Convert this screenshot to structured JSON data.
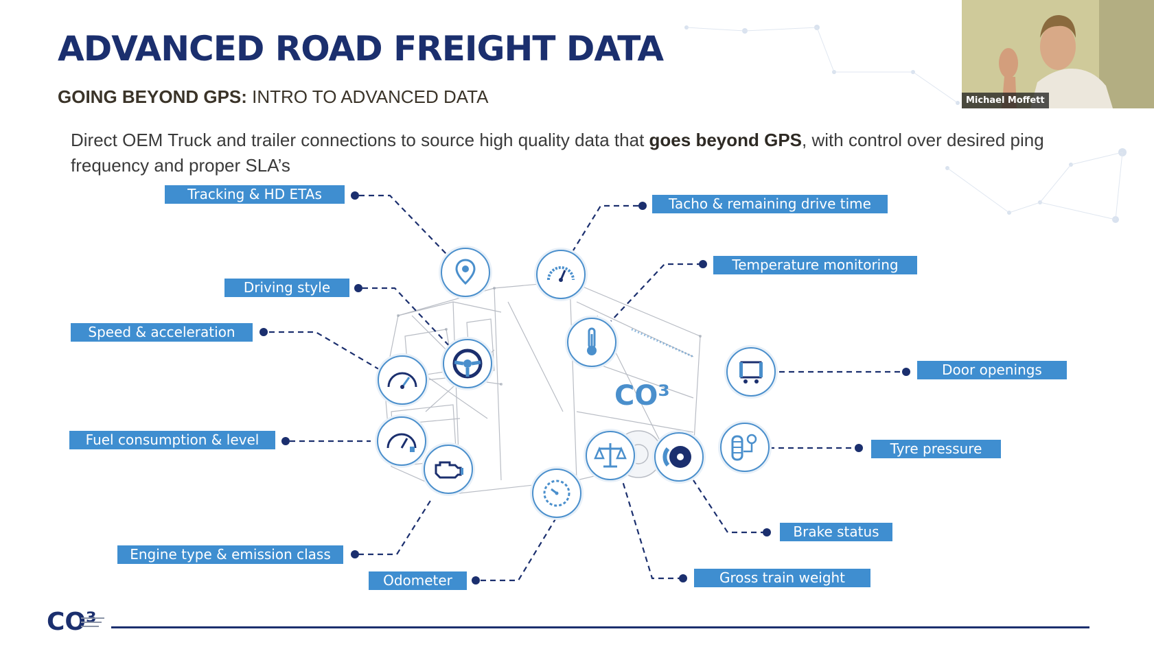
{
  "slide": {
    "title": "ADVANCED ROAD FREIGHT DATA",
    "subtitle_bold": "GOING BEYOND GPS:",
    "subtitle_rest": " INTRO TO ADVANCED DATA",
    "description_pre": "Direct OEM Truck and trailer connections to source high quality data that ",
    "description_bold": "goes beyond GPS",
    "description_post": ", with control over desired ping frequency and proper SLA’s",
    "truck_logo": "CO³",
    "footer_logo": "CO³"
  },
  "labels": {
    "tracking": "Tracking & HD ETAs",
    "tacho": "Tacho & remaining drive time",
    "temperature": "Temperature monitoring",
    "driving_style": "Driving style",
    "speed": "Speed & acceleration",
    "door": "Door openings",
    "fuel": "Fuel consumption & level",
    "tyre": "Tyre pressure",
    "brake": "Brake status",
    "engine": "Engine type & emission class",
    "odometer": "Odometer",
    "weight": "Gross train weight"
  },
  "webcam": {
    "name": "Michael Moffett"
  },
  "colors": {
    "navy": "#1b2f6e",
    "label_blue": "#3f8ed0",
    "icon_blue": "#4a8fcc"
  },
  "icons": [
    "location-pin-icon",
    "tacho-gauge-icon",
    "thermometer-icon",
    "steering-wheel-icon",
    "speedometer-icon",
    "door-icon",
    "fuel-gauge-icon",
    "engine-icon",
    "odometer-icon",
    "scale-icon",
    "brake-disc-icon",
    "tyre-pressure-icon"
  ]
}
